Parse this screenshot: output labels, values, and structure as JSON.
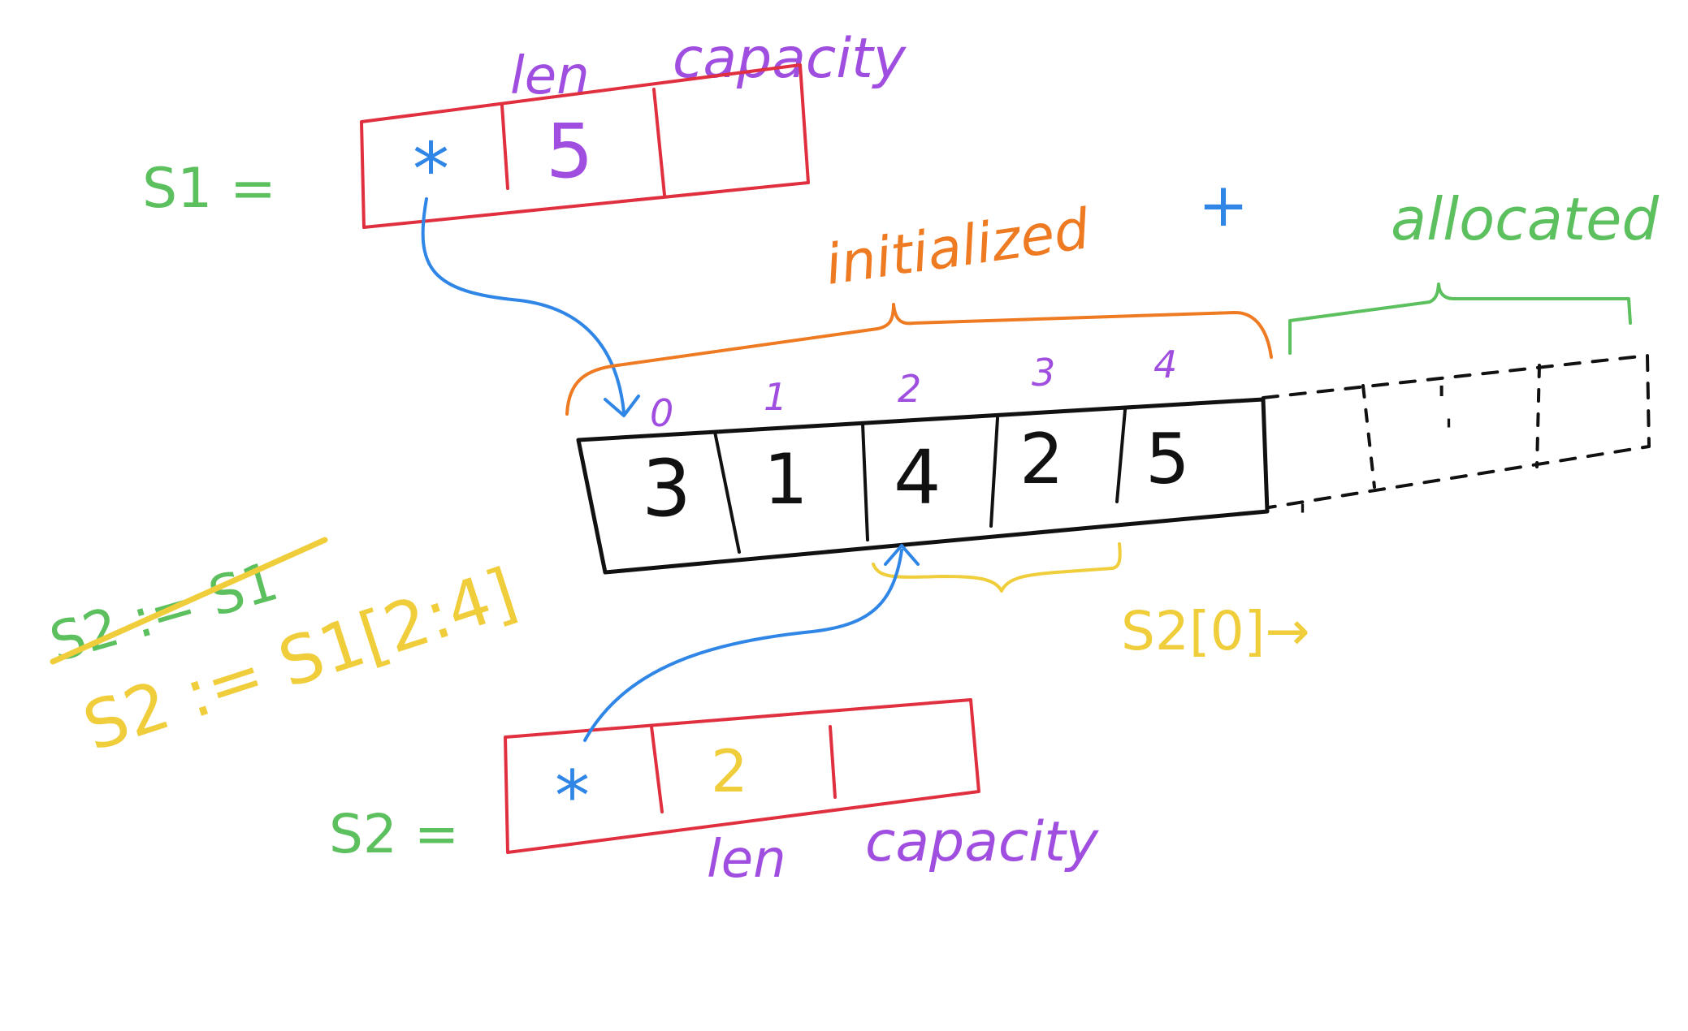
{
  "colors": {
    "green": "#5cc05e",
    "red": "#e0303f",
    "purple": "#a04ee0",
    "blue": "#2f86e6",
    "orange": "#ee7a22",
    "yellow": "#f0cd3a",
    "black": "#111111"
  },
  "s1": {
    "label": "S1 =",
    "pointer_symbol": "*",
    "len_value": "5",
    "capacity_value": "",
    "len_caption": "len",
    "capacity_caption": "capacity"
  },
  "s2": {
    "label": "S2 =",
    "pointer_symbol": "*",
    "len_value": "2",
    "capacity_value": "",
    "len_caption": "len",
    "capacity_caption": "capacity"
  },
  "array": {
    "indices": [
      "0",
      "1",
      "2",
      "3",
      "4"
    ],
    "values": [
      "3",
      "1",
      "4",
      "2",
      "5"
    ],
    "dashed_cell_marks": [
      "'",
      "'",
      "'"
    ]
  },
  "annotations": {
    "initialized": "initialized",
    "plus": "+",
    "allocated": "allocated",
    "struck_statement": "S2 := S1",
    "slice_statement": "S2 := S1[2:4]",
    "s2_index_note": "S2[0]→"
  },
  "icons": {
    "pointer_arrow_s1": "curved-arrow-icon",
    "pointer_arrow_s2": "curved-arrow-icon",
    "initialized_brace": "curly-brace-icon",
    "allocated_brace": "curly-brace-icon",
    "slice_brace": "curly-brace-icon"
  }
}
